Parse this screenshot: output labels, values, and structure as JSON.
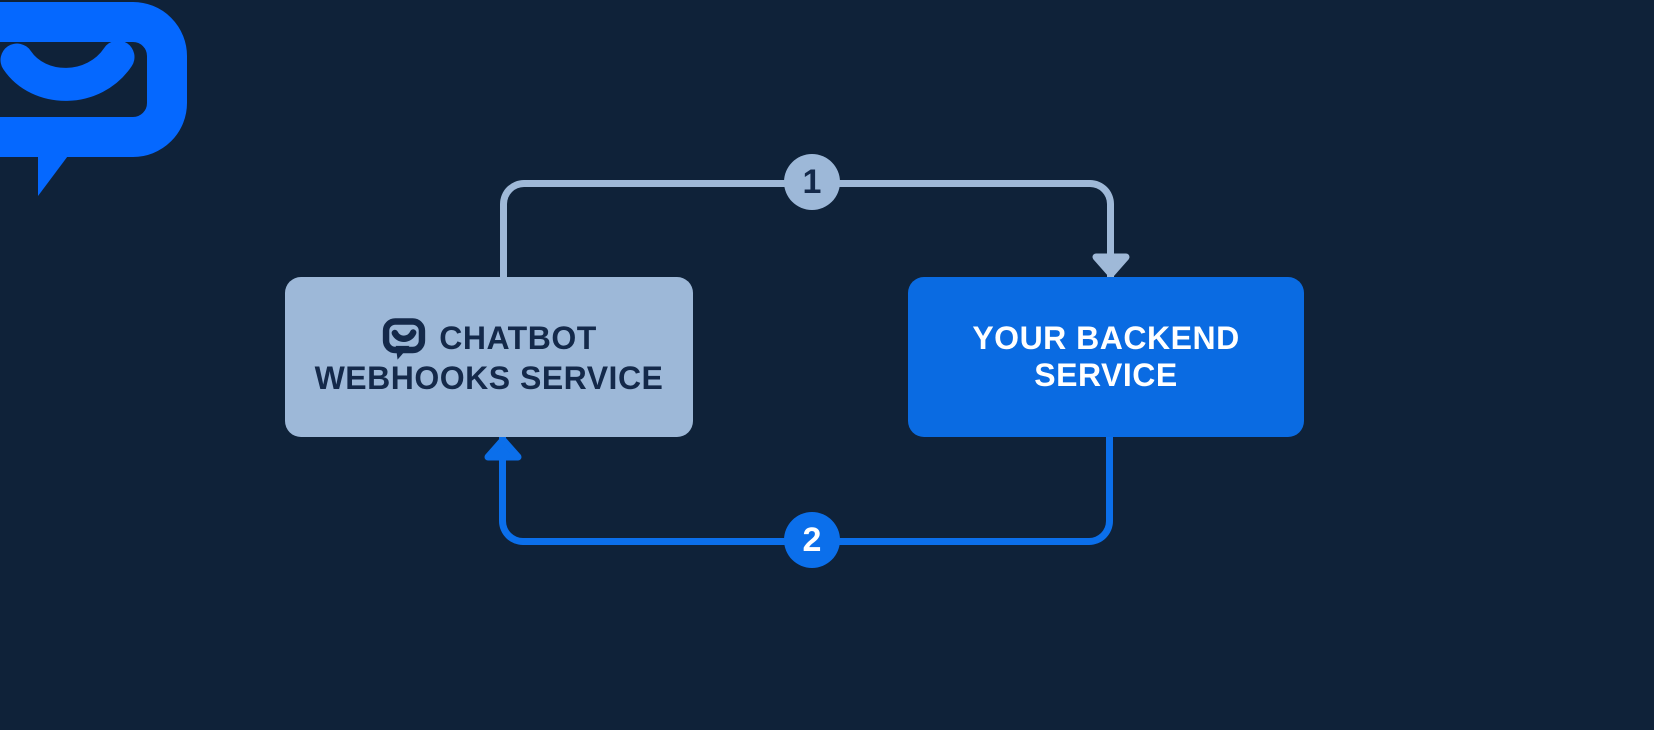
{
  "colors": {
    "background": "#0F2239",
    "light_steel": "#9DB8D8",
    "light_line": "#9FB9D8",
    "vivid_blue": "#0B6FEB",
    "box_blue": "#0A6BE2",
    "logo_blue": "#0568FF",
    "navy_text": "#14294A",
    "white_text": "#FFFFFF"
  },
  "logo": {
    "icon": "chat-bubble-logo"
  },
  "boxes": {
    "chatbot": {
      "icon": "chat-bubble-icon",
      "line1": "CHATBOT",
      "line2": "WEBHOOKS SERVICE"
    },
    "backend": {
      "line1": "YOUR BACKEND",
      "line2": "SERVICE"
    }
  },
  "steps": [
    {
      "number": "1"
    },
    {
      "number": "2"
    }
  ]
}
